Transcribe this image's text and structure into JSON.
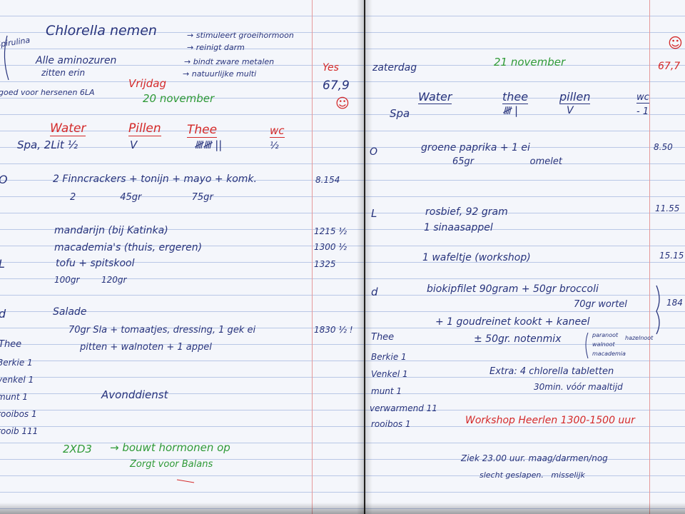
{
  "left_page": {
    "header": {
      "margin_top": "Spirulina",
      "chlorella": "Chlorella nemen",
      "aminos_line1": "Alle aminozuren",
      "aminos_line2": "zitten erin",
      "arrow_notes": [
        "stimuleert groeihormoon",
        "reinigt darm",
        "bindt zware metalen",
        "natuurlijke multi"
      ],
      "margin_food": "goed voor hersenen 6LA",
      "day": "Vrijdag",
      "date": "20 november",
      "weight_label": "Yes",
      "weight": "67,9",
      "smiley": "☺"
    },
    "tracker": {
      "headers": [
        "Water",
        "Pillen",
        "Thee",
        "wc"
      ],
      "row_label": "Spa, 2Lit ½",
      "pillen_value": "V",
      "thee_value": "𝍸𝍸 ||",
      "wc_value": "½"
    },
    "meals": [
      {
        "key": "O",
        "line1": "2 Finncrackers + tonijn + mayo + komk.",
        "line2": "2               45gr                 75gr",
        "time": "8.154"
      },
      {
        "key": "",
        "line1": "mandarijn (bij Katinka)",
        "line2": "",
        "time": "1215 ½"
      },
      {
        "key": "",
        "line1": "macademia's (thuis, ergeren)",
        "line2": "",
        "time": "1300 ½"
      },
      {
        "key": "L",
        "line1": "tofu + spitskool",
        "line2": "100gr        120gr",
        "time": "1325"
      },
      {
        "key": "d",
        "line1": "Salade",
        "line2": "70gr Sla + tomaatjes, dressing, 1 gek ei",
        "line3": "pitten + walnoten + 1 appel",
        "time": "1830 ½ !"
      }
    ],
    "thee_list": {
      "label": "Thee",
      "items": [
        "Berkie 1",
        "venkel 1",
        "munt 1",
        "rooibos 1",
        "rooib 111"
      ]
    },
    "evening": "Avonddienst",
    "footer": {
      "d3": "2XD3",
      "d3_note": "bouwt hormonen op",
      "balance": "Zorgt voor Balans"
    }
  },
  "right_page": {
    "header": {
      "day": "zaterdag",
      "date": "21 november",
      "weight": "67,7",
      "smiley": "☺"
    },
    "tracker": {
      "headers": [
        "Water",
        "thee",
        "pillen",
        "wc"
      ],
      "row_label": "Spa",
      "thee_value": "𝍸 |",
      "pillen_value": "V",
      "wc_value": "- 1"
    },
    "meals": [
      {
        "key": "O",
        "line1": "groene paprika + 1 ei",
        "line2": "65gr                   omelet",
        "time": "8.50"
      },
      {
        "key": "L",
        "line1": "rosbief, 92 gram",
        "line2": "1 sinaasappel",
        "time": "11.55"
      },
      {
        "key": "",
        "line1": "1 wafeltje (workshop)",
        "line2": "",
        "time": "15.15"
      },
      {
        "key": "d",
        "line1": "biokipfilet 90gram + 50gr broccoli",
        "line2": "70gr wortel",
        "time": "184"
      }
    ],
    "extra_lines": {
      "line1": "+ 1 goudreinet kookt + kaneel",
      "line2": "± 50gr. notenmix",
      "nut_items": [
        "paranoot",
        "walnoot",
        "hazelnoot",
        "macademia"
      ]
    },
    "extra_note": {
      "line1": "Extra: 4 chlorella tabletten",
      "line2": "30min. vóór maaltijd"
    },
    "thee_list": {
      "label": "Thee",
      "items": [
        "Berkie 1",
        "Venkel 1",
        "munt 1",
        "verwarmend 11",
        "rooibos 1"
      ]
    },
    "workshop": "Workshop Heerlen 1300-1500 uur",
    "sick_note": {
      "line1": "Ziek 23.00 uur. maag/darmen/nog",
      "line2": "slecht geslapen.   misselijk"
    }
  }
}
